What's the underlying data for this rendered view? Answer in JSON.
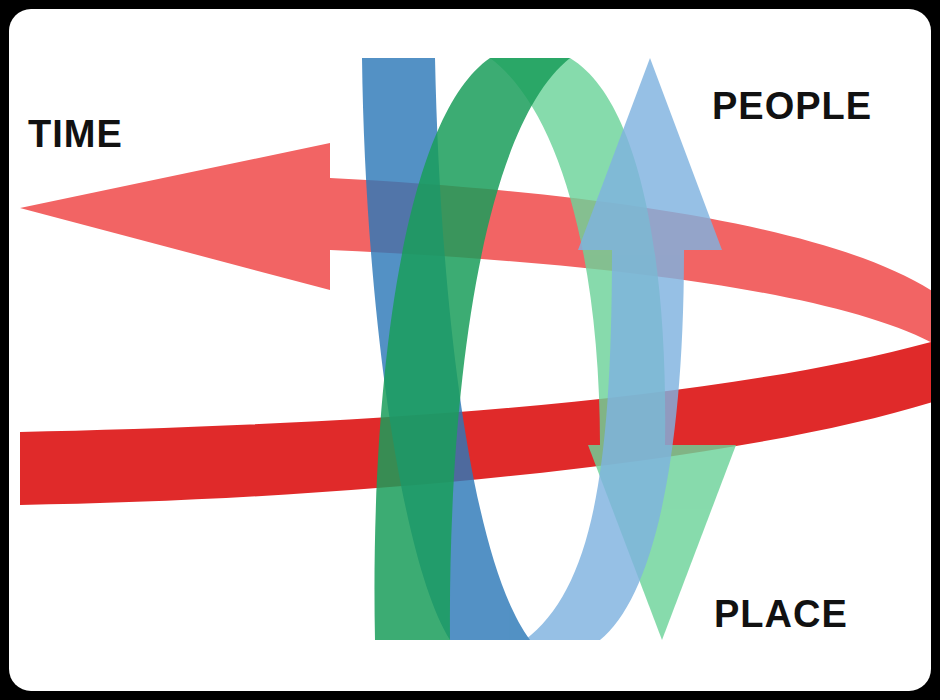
{
  "diagram": {
    "labels": [
      "TIME",
      "PEOPLE",
      "PLACE"
    ]
  }
}
